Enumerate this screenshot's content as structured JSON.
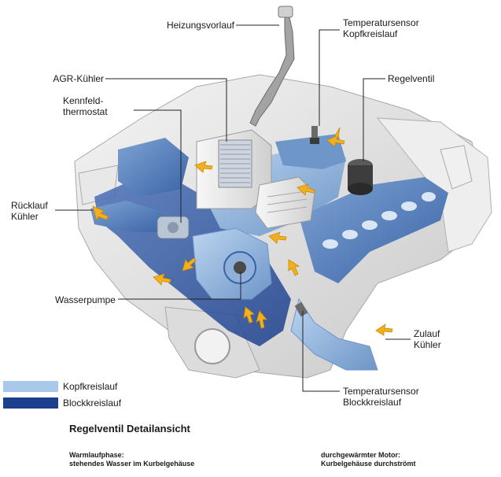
{
  "labels": {
    "heizungsvorlauf": "Heizungsvorlauf",
    "temp_kopf": [
      "Temperatursensor",
      "Kopfkreislauf"
    ],
    "agr_kuehler": "AGR-Kühler",
    "regelventil": "Regelventil",
    "kennfeld": [
      "Kennfeld-",
      "thermostat"
    ],
    "ruecklauf": [
      "Rücklauf",
      "Kühler"
    ],
    "wasserpumpe": "Wasserpumpe",
    "zulauf": [
      "Zulauf",
      "Kühler"
    ],
    "temp_block": [
      "Temperatursensor",
      "Blockkreislauf"
    ]
  },
  "legend": [
    {
      "label": "Kopfkreislauf",
      "color": "#a9c8ea"
    },
    {
      "label": "Blockkreislauf",
      "color": "#1c3f8c"
    }
  ],
  "detail": {
    "title": "Regelventil Detailansicht",
    "left": [
      "Warmlaufphase:",
      "stehendes Wasser im Kurbelgehäuse"
    ],
    "right": [
      "durchgewärmter Motor:",
      "Kurbelgehäuse durchströmt"
    ]
  },
  "colors": {
    "kopf": "#a9c8ea",
    "block": "#1c3f8c",
    "engine_metal": "#e6e6e6",
    "arrow": "#f2b01e"
  }
}
